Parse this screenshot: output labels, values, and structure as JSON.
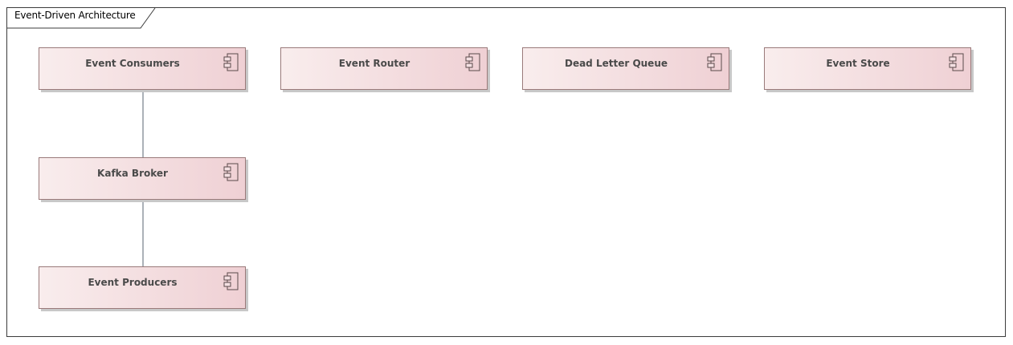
{
  "diagram": {
    "frame_title": "Event-Driven Architecture",
    "colors": {
      "component_fill_start": "#f9eded",
      "component_fill_end": "#efd0d4",
      "component_border": "#9a7a7a",
      "connector": "#5a6470"
    },
    "components": [
      {
        "id": "event-consumers",
        "label": "Event Consumers",
        "icon": "component-icon"
      },
      {
        "id": "event-router",
        "label": "Event Router",
        "icon": "component-icon"
      },
      {
        "id": "dead-letter-queue",
        "label": "Dead Letter Queue",
        "icon": "component-icon"
      },
      {
        "id": "event-store",
        "label": "Event Store",
        "icon": "component-icon"
      },
      {
        "id": "kafka-broker",
        "label": "Kafka Broker",
        "icon": "component-icon"
      },
      {
        "id": "event-producers",
        "label": "Event Producers",
        "icon": "component-icon"
      }
    ],
    "connections": [
      {
        "from": "event-consumers",
        "to": "kafka-broker"
      },
      {
        "from": "kafka-broker",
        "to": "event-producers"
      }
    ]
  }
}
